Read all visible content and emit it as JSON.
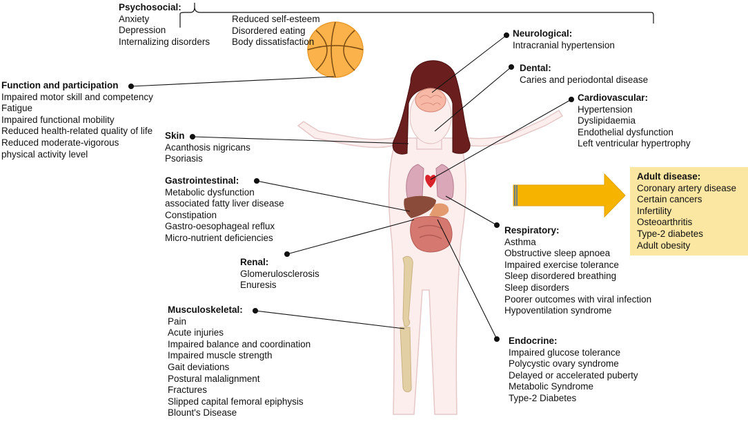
{
  "psychosocial": {
    "title": "Psychosocial:",
    "col1": [
      "Anxiety",
      "Depression",
      "Internalizing disorders"
    ],
    "col2": [
      "Reduced self-esteem",
      "Disordered eating",
      "Body dissatisfaction"
    ]
  },
  "function": {
    "title": "Function and participation",
    "items": [
      "Impaired motor skill and competency",
      "Fatigue",
      "Impaired functional mobility",
      "Reduced health-related quality of life",
      "Reduced moderate-vigorous",
      "physical activity level"
    ]
  },
  "skin": {
    "title": "Skin",
    "items": [
      "Acanthosis nigricans",
      "Psoriasis"
    ]
  },
  "gastro": {
    "title": "Gastrointestinal:",
    "items": [
      "Metabolic dysfunction",
      "associated fatty liver disease",
      "Constipation",
      "Gastro-oesophageal reflux",
      "Micro-nutrient deficiencies"
    ]
  },
  "renal": {
    "title": "Renal:",
    "items": [
      "Glomerulosclerosis",
      "Enuresis"
    ]
  },
  "musculo": {
    "title": "Musculoskeletal:",
    "items": [
      "Pain",
      "Acute injuries",
      "Impaired balance and coordination",
      "Impaired muscle strength",
      "Gait deviations",
      "Postural malalignment",
      "Fractures",
      "Slipped capital femoral epiphysis",
      "Blount's Disease"
    ]
  },
  "neuro": {
    "title": "Neurological:",
    "items": [
      "Intracranial hypertension"
    ]
  },
  "dental": {
    "title": "Dental:",
    "items": [
      "Caries and periodontal disease"
    ]
  },
  "cardio": {
    "title": "Cardiovascular:",
    "items": [
      "Hypertension",
      "Dyslipidaemia",
      "Endothelial dysfunction",
      "Left ventricular hypertrophy"
    ]
  },
  "resp": {
    "title": "Respiratory:",
    "items": [
      "Asthma",
      "Obstructive sleep apnoea",
      "Impaired exercise tolerance",
      "Sleep disordered breathing",
      "Sleep disorders",
      "Poorer outcomes with viral infection",
      "Hypoventilation syndrome"
    ]
  },
  "endo": {
    "title": "Endocrine:",
    "items": [
      "Impaired glucose tolerance",
      "Polycystic ovary syndrome",
      "Delayed or accelerated puberty",
      "Metabolic Syndrome",
      "Type-2 Diabetes"
    ]
  },
  "adult": {
    "title": "Adult disease:",
    "items": [
      "Coronary artery disease",
      "Certain cancers",
      "Infertility",
      "Osteoarthritis",
      "Type-2 diabetes",
      "Adult obesity"
    ]
  },
  "colors": {
    "box": "#fbe6a2",
    "arrow": "#f6b400",
    "arrow_edge": "#3b6fb6",
    "hair": "#6b1e1e",
    "skin": "#fdeeee",
    "lungs": "#d9a7b7",
    "liver": "#8a4b3a",
    "intestine": "#d5786f",
    "bone": "#e2cfa3",
    "ball": "#fbb24b"
  }
}
